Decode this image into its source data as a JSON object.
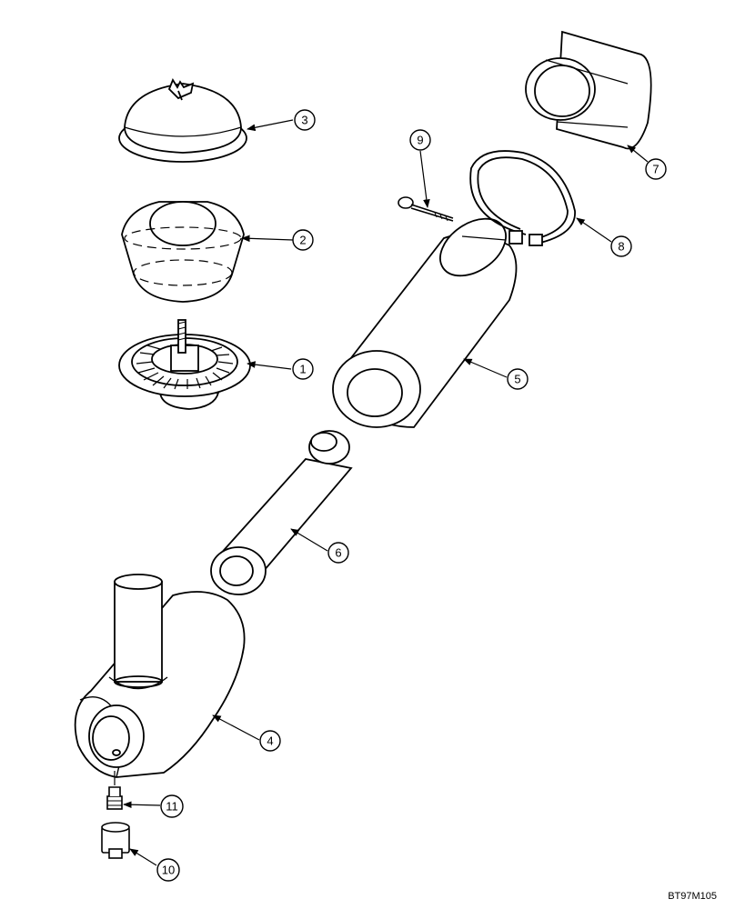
{
  "callouts": {
    "c1": "1",
    "c2": "2",
    "c3": "3",
    "c4": "4",
    "c5": "5",
    "c6": "6",
    "c7": "7",
    "c8": "8",
    "c9": "9",
    "c10": "10",
    "c11": "11"
  },
  "drawing_code": "BT97M105"
}
